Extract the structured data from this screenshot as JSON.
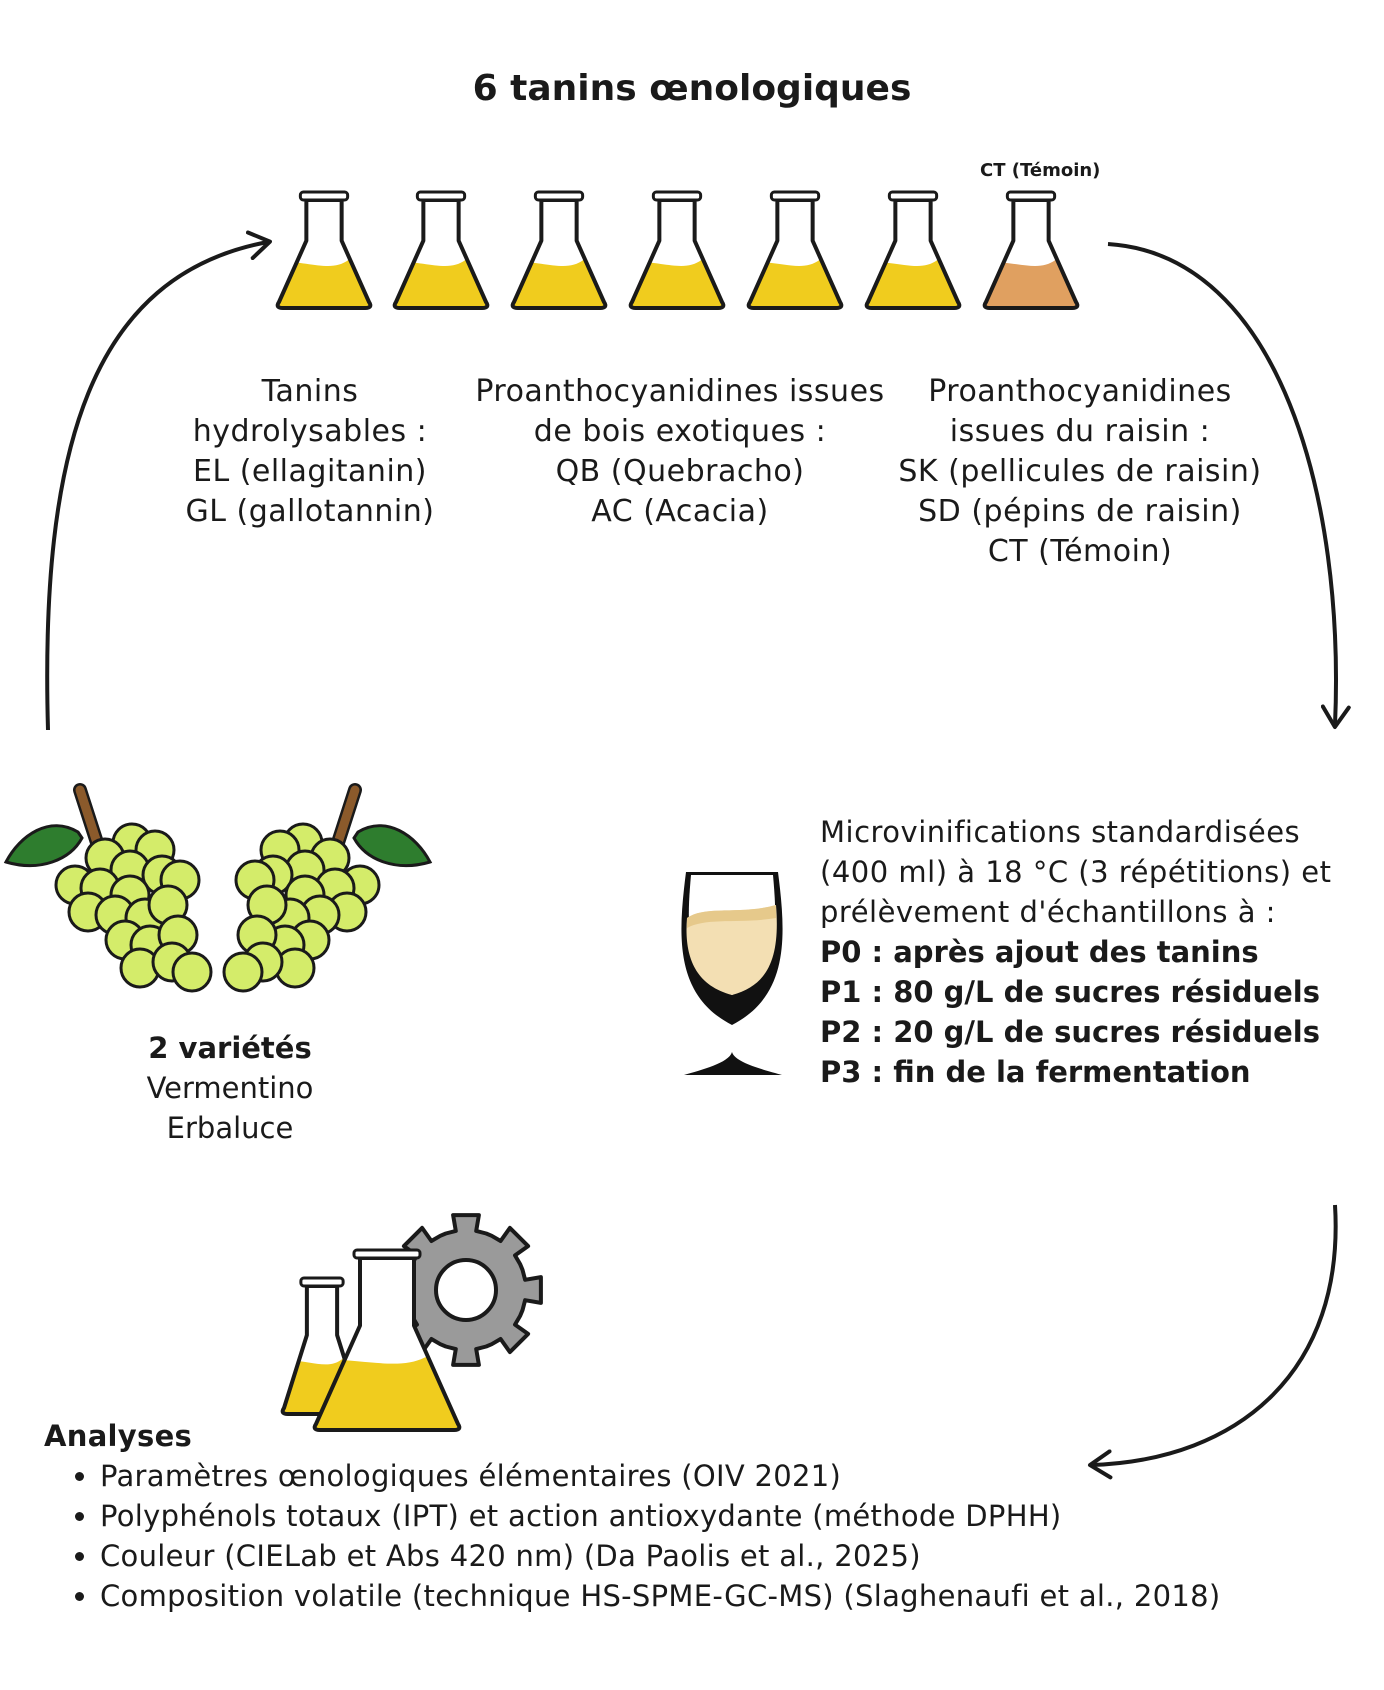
{
  "title": "6 tanins œnologiques",
  "flask_label": "CT (Témoin)",
  "colors": {
    "tannin_liquid": "#F0CC1E",
    "control_liquid": "#E0A060",
    "grape": "#D4EC6A",
    "leaf": "#2E7D2E",
    "stem": "#8B5A2B",
    "gear": "#9A9A9A",
    "wine": "#F3DFB3"
  },
  "categories": [
    {
      "lines": [
        "Tanins",
        "hydrolysables :",
        "EL (ellagitanin)",
        "GL (gallotannin)"
      ]
    },
    {
      "lines": [
        "Proanthocyanidines issues",
        "de bois exotiques :",
        "QB (Quebracho)",
        "AC (Acacia)"
      ]
    },
    {
      "lines": [
        "Proanthocyanidines",
        "issues du raisin :",
        "SK (pellicules de raisin)",
        "SD (pépins de raisin)",
        "CT (Témoin)"
      ]
    }
  ],
  "varieties": {
    "heading": "2 variétés",
    "items": [
      "Vermentino",
      "Erbaluce"
    ]
  },
  "microvinification": {
    "intro": [
      "Microvinifications standardisées",
      "(400 ml) à 18 °C (3 répétitions) et",
      "prélèvement d'échantillons à :"
    ],
    "points": [
      "P0 : après ajout des tanins",
      "P1 : 80 g/L de sucres résiduels",
      "P2 : 20 g/L de sucres résiduels",
      "P3 : fin de la fermentation"
    ]
  },
  "analyses": {
    "heading": "Analyses",
    "items": [
      "Paramètres œnologiques élémentaires (OIV 2021)",
      "Polyphénols totaux (IPT) et action antioxydante (méthode DPHH)",
      "Couleur (CIELab et Abs 420 nm) (Da Paolis et al., 2025)",
      "Composition volatile (technique HS-SPME-GC-MS) (Slaghenaufi et al., 2018)"
    ]
  }
}
